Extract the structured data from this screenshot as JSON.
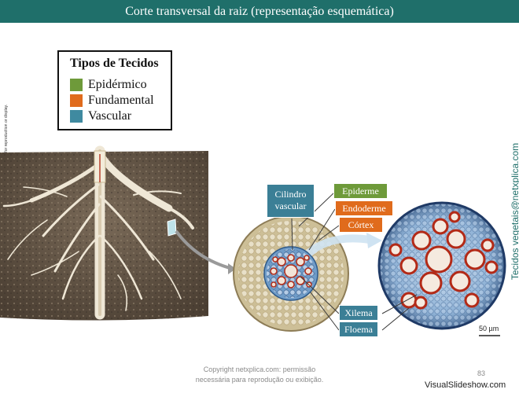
{
  "header": {
    "title": "Corte transversal da raiz (representação esquemática)"
  },
  "legend": {
    "title": "Tipos de Tecidos",
    "items": [
      {
        "label": "Epidérmico",
        "color": "#6e9a3a"
      },
      {
        "label": "Fundamental",
        "color": "#e06b1c"
      },
      {
        "label": "Vascular",
        "color": "#3f8aa0"
      }
    ]
  },
  "side_credit": "Copyright © The McGraw-Hill Companies, Inc. Permission required for reproduction or display.",
  "side_site": "Tecidos vegetais@netxplica.com",
  "labels": {
    "cilindro": "Cilindro vascular",
    "epiderme": "Epiderme",
    "endoderme": "Endoderme",
    "cortex": "Córtex",
    "xilema": "Xilema",
    "floema": "Floema"
  },
  "scale": "50 µm",
  "footer": {
    "line1": "Copyright netxplica.com: permissão",
    "line2": "necessária para reprodução ou exibição."
  },
  "page_number": "83",
  "watermark": "VisualSlideshow.com"
}
